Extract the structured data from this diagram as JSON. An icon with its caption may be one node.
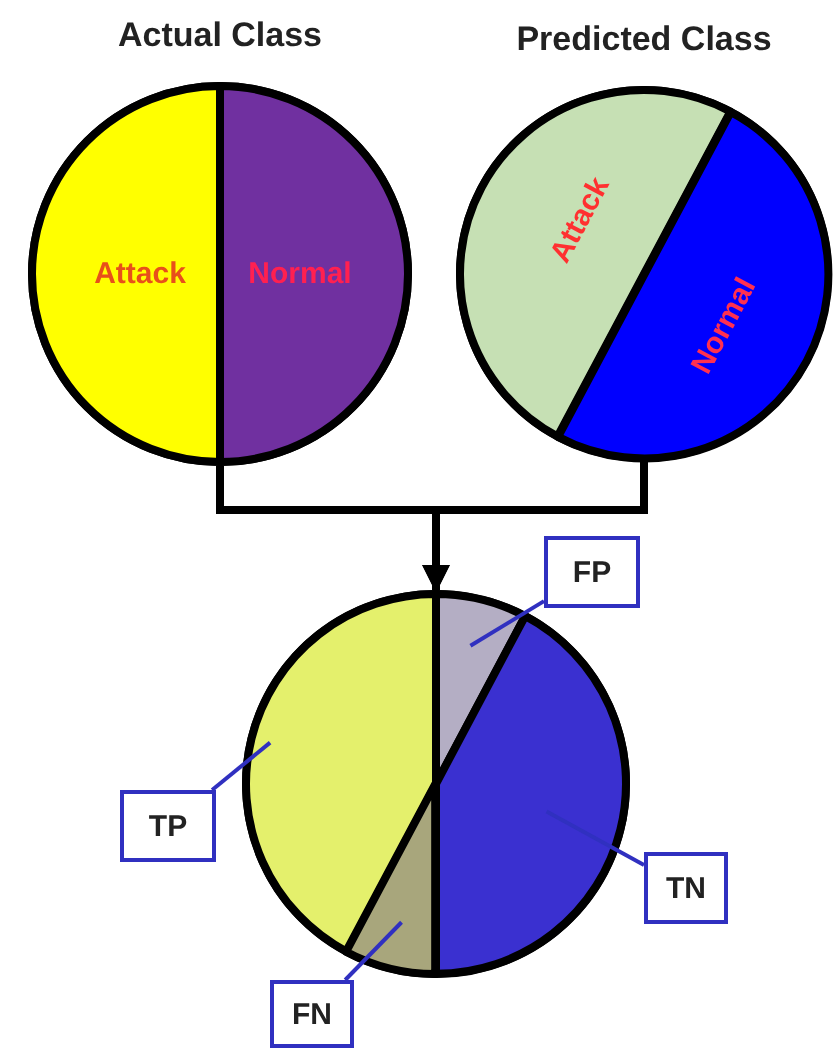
{
  "diagram": {
    "nodes": [
      {
        "text": [
          "Actual Class"
        ]
      },
      {
        "text": [
          "Attack"
        ],
        "in": 0
      },
      {
        "text": [
          "Normal"
        ],
        "in": 0
      },
      {
        "text": [
          "Predicted Class"
        ]
      },
      {
        "text": [
          "Attack"
        ],
        "in": 3
      },
      {
        "text": [
          "Normal"
        ],
        "in": 3
      },
      {
        "text": [],
        "shape": "circle"
      },
      {
        "text": [],
        "shape": "wedge",
        "in": 6
      },
      {
        "text": [],
        "shape": "wedge",
        "in": 6
      },
      {
        "text": [],
        "shape": "wedge",
        "in": 6
      },
      {
        "text": [],
        "shape": "wedge",
        "in": 6
      },
      {
        "text": [
          "FP"
        ]
      },
      {
        "text": [
          "TP"
        ]
      },
      {
        "text": [
          "TN"
        ]
      },
      {
        "text": [
          "FN"
        ]
      }
    ],
    "edges": [
      {
        "from": 0,
        "to": 6,
        "arrow": "to",
        "style": "thick",
        "color": "#000000"
      },
      {
        "from": 3,
        "to": 6,
        "arrow": "to",
        "style": "thick",
        "color": "#000000"
      },
      {
        "from": 11,
        "to": 7,
        "arrow": "none"
      },
      {
        "from": 12,
        "to": 9,
        "arrow": "none"
      },
      {
        "from": 13,
        "to": 8,
        "arrow": "none"
      },
      {
        "from": 14,
        "to": 10,
        "arrow": "none"
      }
    ]
  }
}
